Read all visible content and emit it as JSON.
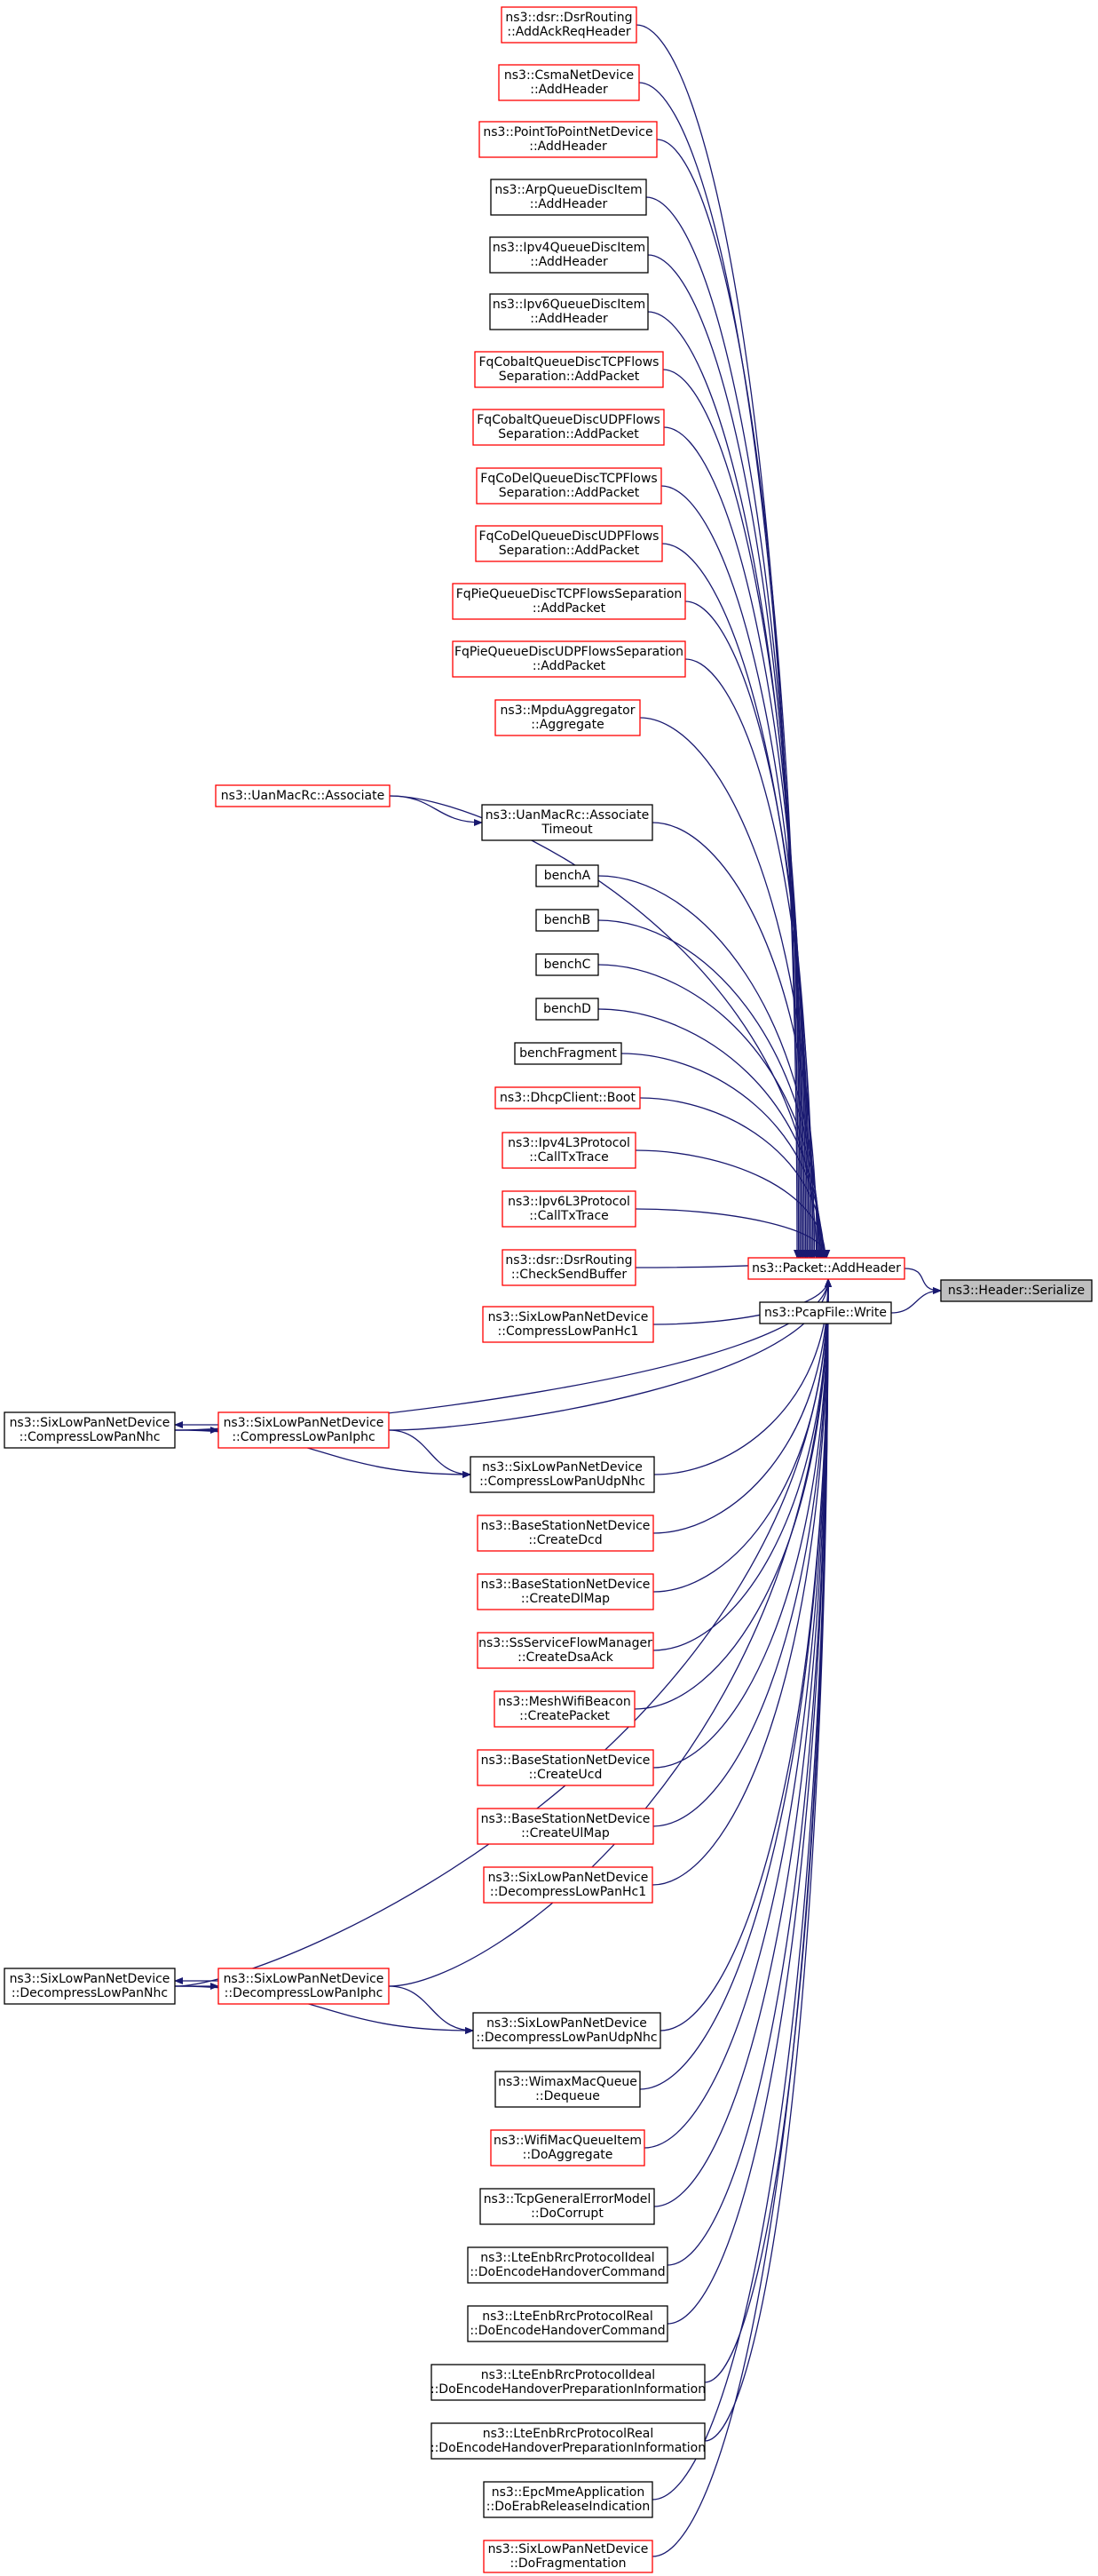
{
  "colors": {
    "edge": "#191970",
    "border_normal": "#000000",
    "border_highlight": "#ff0000",
    "fill_normal": "#ffffff",
    "fill_target": "#bfbfbf"
  },
  "nodes": [
    {
      "id": "n1",
      "lines": [
        "ns3::dsr::DsrRouting",
        "::AddAckReqHeader"
      ],
      "style": "red"
    },
    {
      "id": "n2",
      "lines": [
        "ns3::CsmaNetDevice",
        "::AddHeader"
      ],
      "style": "red"
    },
    {
      "id": "n3",
      "lines": [
        "ns3::PointToPointNetDevice",
        "::AddHeader"
      ],
      "style": "red"
    },
    {
      "id": "n4",
      "lines": [
        "ns3::ArpQueueDiscItem",
        "::AddHeader"
      ],
      "style": "black"
    },
    {
      "id": "n5",
      "lines": [
        "ns3::Ipv4QueueDiscItem",
        "::AddHeader"
      ],
      "style": "black"
    },
    {
      "id": "n6",
      "lines": [
        "ns3::Ipv6QueueDiscItem",
        "::AddHeader"
      ],
      "style": "black"
    },
    {
      "id": "n7",
      "lines": [
        "FqCobaltQueueDiscTCPFlows",
        "Separation::AddPacket"
      ],
      "style": "red"
    },
    {
      "id": "n8",
      "lines": [
        "FqCobaltQueueDiscUDPFlows",
        "Separation::AddPacket"
      ],
      "style": "red"
    },
    {
      "id": "n9",
      "lines": [
        "FqCoDelQueueDiscTCPFlows",
        "Separation::AddPacket"
      ],
      "style": "red"
    },
    {
      "id": "n10",
      "lines": [
        "FqCoDelQueueDiscUDPFlows",
        "Separation::AddPacket"
      ],
      "style": "red"
    },
    {
      "id": "n11",
      "lines": [
        "FqPieQueueDiscTCPFlowsSeparation",
        "::AddPacket"
      ],
      "style": "red"
    },
    {
      "id": "n12",
      "lines": [
        "FqPieQueueDiscUDPFlowsSeparation",
        "::AddPacket"
      ],
      "style": "red"
    },
    {
      "id": "n13",
      "lines": [
        "ns3::MpduAggregator",
        "::Aggregate"
      ],
      "style": "red"
    },
    {
      "id": "n14",
      "lines": [
        "ns3::UanMacRc::Associate"
      ],
      "style": "red"
    },
    {
      "id": "n15",
      "lines": [
        "ns3::UanMacRc::Associate",
        "Timeout"
      ],
      "style": "black"
    },
    {
      "id": "n16",
      "lines": [
        "benchA"
      ],
      "style": "black"
    },
    {
      "id": "n17",
      "lines": [
        "benchB"
      ],
      "style": "black"
    },
    {
      "id": "n18",
      "lines": [
        "benchC"
      ],
      "style": "black"
    },
    {
      "id": "n19",
      "lines": [
        "benchD"
      ],
      "style": "black"
    },
    {
      "id": "n20",
      "lines": [
        "benchFragment"
      ],
      "style": "black"
    },
    {
      "id": "n21",
      "lines": [
        "ns3::DhcpClient::Boot"
      ],
      "style": "red"
    },
    {
      "id": "n22",
      "lines": [
        "ns3::Ipv4L3Protocol",
        "::CallTxTrace"
      ],
      "style": "red"
    },
    {
      "id": "n23",
      "lines": [
        "ns3::Ipv6L3Protocol",
        "::CallTxTrace"
      ],
      "style": "red"
    },
    {
      "id": "n24",
      "lines": [
        "ns3::dsr::DsrRouting",
        "::CheckSendBuffer"
      ],
      "style": "red"
    },
    {
      "id": "n25",
      "lines": [
        "ns3::SixLowPanNetDevice",
        "::CompressLowPanHc1"
      ],
      "style": "red"
    },
    {
      "id": "n26",
      "lines": [
        "ns3::SixLowPanNetDevice",
        "::CompressLowPanNhc"
      ],
      "style": "black"
    },
    {
      "id": "n27",
      "lines": [
        "ns3::SixLowPanNetDevice",
        "::CompressLowPanIphc"
      ],
      "style": "red"
    },
    {
      "id": "n28",
      "lines": [
        "ns3::SixLowPanNetDevice",
        "::CompressLowPanUdpNhc"
      ],
      "style": "black"
    },
    {
      "id": "n29",
      "lines": [
        "ns3::BaseStationNetDevice",
        "::CreateDcd"
      ],
      "style": "red"
    },
    {
      "id": "n30",
      "lines": [
        "ns3::BaseStationNetDevice",
        "::CreateDlMap"
      ],
      "style": "red"
    },
    {
      "id": "n31",
      "lines": [
        "ns3::SsServiceFlowManager",
        "::CreateDsaAck"
      ],
      "style": "red"
    },
    {
      "id": "n32",
      "lines": [
        "ns3::MeshWifiBeacon",
        "::CreatePacket"
      ],
      "style": "red"
    },
    {
      "id": "n33",
      "lines": [
        "ns3::BaseStationNetDevice",
        "::CreateUcd"
      ],
      "style": "red"
    },
    {
      "id": "n34",
      "lines": [
        "ns3::BaseStationNetDevice",
        "::CreateUlMap"
      ],
      "style": "red"
    },
    {
      "id": "n35",
      "lines": [
        "ns3::SixLowPanNetDevice",
        "::DecompressLowPanHc1"
      ],
      "style": "red"
    },
    {
      "id": "n36",
      "lines": [
        "ns3::SixLowPanNetDevice",
        "::DecompressLowPanNhc"
      ],
      "style": "black"
    },
    {
      "id": "n37",
      "lines": [
        "ns3::SixLowPanNetDevice",
        "::DecompressLowPanIphc"
      ],
      "style": "red"
    },
    {
      "id": "n38",
      "lines": [
        "ns3::SixLowPanNetDevice",
        "::DecompressLowPanUdpNhc"
      ],
      "style": "black"
    },
    {
      "id": "n39",
      "lines": [
        "ns3::WimaxMacQueue",
        "::Dequeue"
      ],
      "style": "black"
    },
    {
      "id": "n40",
      "lines": [
        "ns3::WifiMacQueueItem",
        "::DoAggregate"
      ],
      "style": "red"
    },
    {
      "id": "n41",
      "lines": [
        "ns3::TcpGeneralErrorModel",
        "::DoCorrupt"
      ],
      "style": "black"
    },
    {
      "id": "n42",
      "lines": [
        "ns3::LteEnbRrcProtocolIdeal",
        "::DoEncodeHandoverCommand"
      ],
      "style": "black"
    },
    {
      "id": "n43",
      "lines": [
        "ns3::LteEnbRrcProtocolReal",
        "::DoEncodeHandoverCommand"
      ],
      "style": "black"
    },
    {
      "id": "n44",
      "lines": [
        "ns3::LteEnbRrcProtocolIdeal",
        "::DoEncodeHandoverPreparationInformation"
      ],
      "style": "black"
    },
    {
      "id": "n45",
      "lines": [
        "ns3::LteEnbRrcProtocolReal",
        "::DoEncodeHandoverPreparationInformation"
      ],
      "style": "black"
    },
    {
      "id": "n46",
      "lines": [
        "ns3::EpcMmeApplication",
        "::DoErabReleaseIndication"
      ],
      "style": "black"
    },
    {
      "id": "n47",
      "lines": [
        "ns3::SixLowPanNetDevice",
        "::DoFragmentation"
      ],
      "style": "red"
    },
    {
      "id": "hub",
      "lines": [
        "ns3::Packet::AddHeader"
      ],
      "style": "red"
    },
    {
      "id": "pcap",
      "lines": [
        "ns3::PcapFile::Write"
      ],
      "style": "black"
    },
    {
      "id": "target",
      "lines": [
        "ns3::Header::Serialize"
      ],
      "style": "target"
    }
  ],
  "edges": [
    {
      "from": "hub",
      "to": "target"
    },
    {
      "from": "pcap",
      "to": "target"
    },
    {
      "from": "n1",
      "to": "hub"
    },
    {
      "from": "n2",
      "to": "hub"
    },
    {
      "from": "n3",
      "to": "hub"
    },
    {
      "from": "n4",
      "to": "hub"
    },
    {
      "from": "n5",
      "to": "hub"
    },
    {
      "from": "n6",
      "to": "hub"
    },
    {
      "from": "n7",
      "to": "hub"
    },
    {
      "from": "n8",
      "to": "hub"
    },
    {
      "from": "n9",
      "to": "hub"
    },
    {
      "from": "n10",
      "to": "hub"
    },
    {
      "from": "n11",
      "to": "hub"
    },
    {
      "from": "n12",
      "to": "hub"
    },
    {
      "from": "n13",
      "to": "hub"
    },
    {
      "from": "n14",
      "to": "hub"
    },
    {
      "from": "n14",
      "to": "n15"
    },
    {
      "from": "n15",
      "to": "hub"
    },
    {
      "from": "n16",
      "to": "hub"
    },
    {
      "from": "n17",
      "to": "hub"
    },
    {
      "from": "n18",
      "to": "hub"
    },
    {
      "from": "n19",
      "to": "hub"
    },
    {
      "from": "n20",
      "to": "hub"
    },
    {
      "from": "n21",
      "to": "hub"
    },
    {
      "from": "n22",
      "to": "hub"
    },
    {
      "from": "n23",
      "to": "hub"
    },
    {
      "from": "n24",
      "to": "hub"
    },
    {
      "from": "n25",
      "to": "hub"
    },
    {
      "from": "n26",
      "to": "hub"
    },
    {
      "from": "n27",
      "to": "n26"
    },
    {
      "from": "n26",
      "to": "n27"
    },
    {
      "from": "n27",
      "to": "hub"
    },
    {
      "from": "n27",
      "to": "n28"
    },
    {
      "from": "n26",
      "to": "n28"
    },
    {
      "from": "n28",
      "to": "hub"
    },
    {
      "from": "n29",
      "to": "hub"
    },
    {
      "from": "n30",
      "to": "hub"
    },
    {
      "from": "n31",
      "to": "hub"
    },
    {
      "from": "n32",
      "to": "hub"
    },
    {
      "from": "n33",
      "to": "hub"
    },
    {
      "from": "n34",
      "to": "hub"
    },
    {
      "from": "n35",
      "to": "hub"
    },
    {
      "from": "n36",
      "to": "hub"
    },
    {
      "from": "n37",
      "to": "n36"
    },
    {
      "from": "n36",
      "to": "n37"
    },
    {
      "from": "n37",
      "to": "hub"
    },
    {
      "from": "n37",
      "to": "n38"
    },
    {
      "from": "n36",
      "to": "n38"
    },
    {
      "from": "n38",
      "to": "hub"
    },
    {
      "from": "n39",
      "to": "hub"
    },
    {
      "from": "n40",
      "to": "hub"
    },
    {
      "from": "n41",
      "to": "hub"
    },
    {
      "from": "n42",
      "to": "hub"
    },
    {
      "from": "n43",
      "to": "hub"
    },
    {
      "from": "n44",
      "to": "hub"
    },
    {
      "from": "n45",
      "to": "hub"
    },
    {
      "from": "n46",
      "to": "hub"
    },
    {
      "from": "n47",
      "to": "hub"
    }
  ]
}
